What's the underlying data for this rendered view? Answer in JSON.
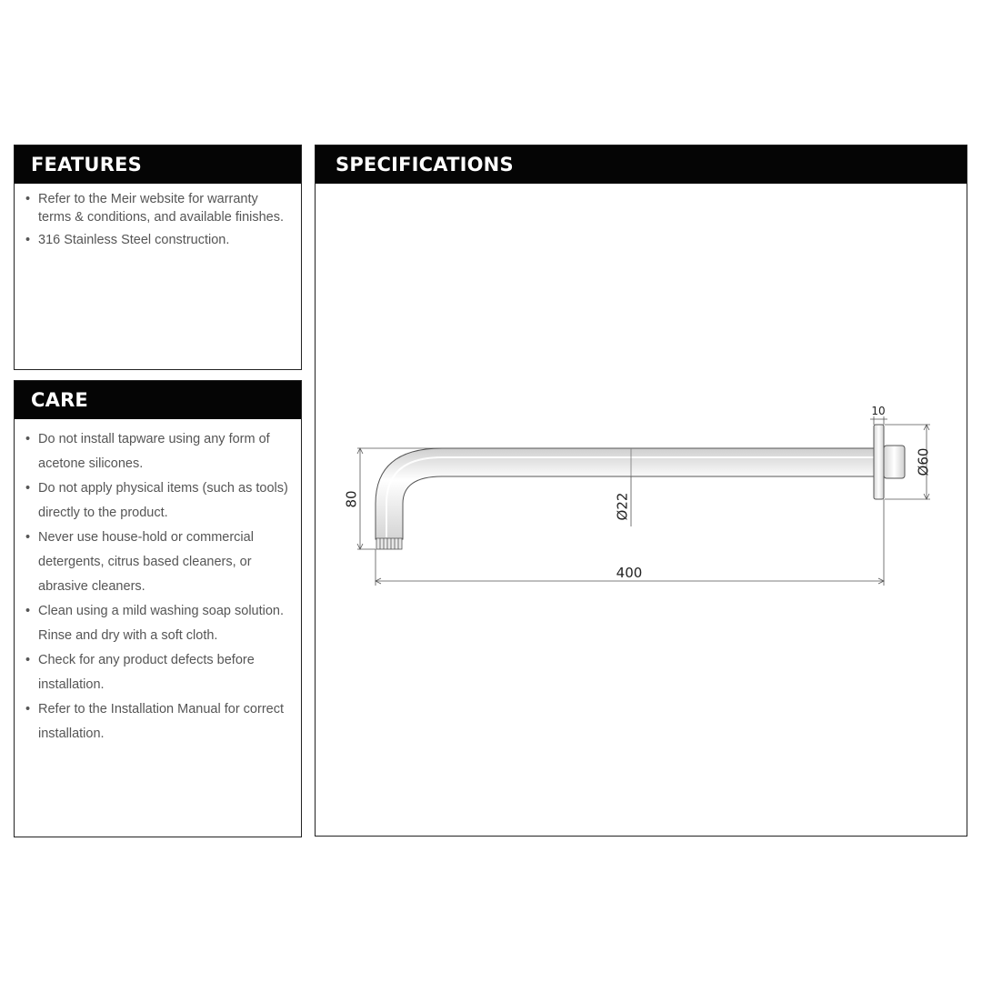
{
  "features": {
    "title": "FEATURES",
    "items": [
      "Refer to the Meir website for warranty terms & conditions, and available finishes.",
      "316 Stainless Steel construction."
    ]
  },
  "care": {
    "title": "CARE",
    "items": [
      "Do not install tapware using any form of acetone silicones.",
      "Do not apply physical items (such as tools) directly to the product.",
      "Never use house-hold or commercial detergents, citrus based cleaners, or abrasive cleaners.",
      "Clean using a mild washing soap solution. Rinse and dry with a soft cloth.",
      "Check for any product defects before installation.",
      "Refer to the Installation Manual for correct installation."
    ]
  },
  "specifications": {
    "title": "SPECIFICATIONS",
    "dimensions": {
      "flange_thickness": "10",
      "flange_diameter": "Ø60",
      "arm_diameter": "Ø22",
      "drop_height": "80",
      "length": "400"
    }
  }
}
